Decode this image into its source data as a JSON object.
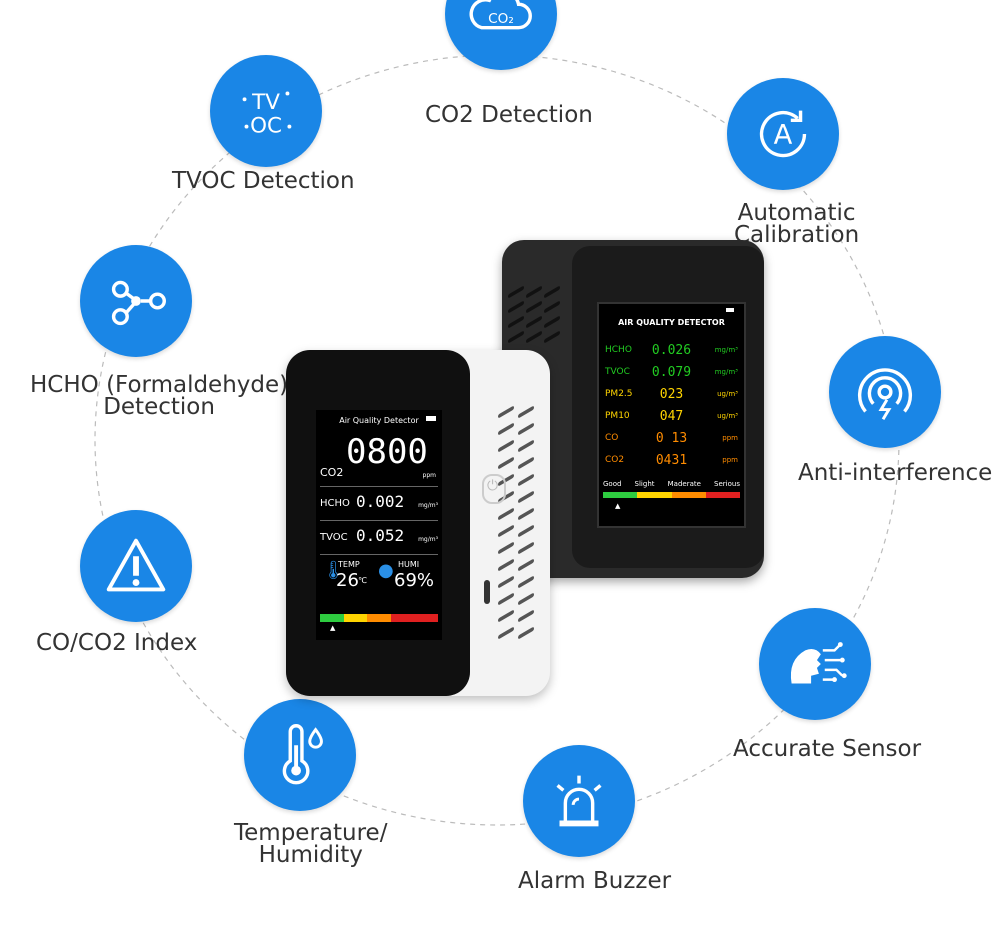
{
  "features": {
    "co2": {
      "label": "CO2 Detection",
      "icon": "cloud-co2-icon"
    },
    "tvoc": {
      "label": "TVOC Detection",
      "icon": "tvoc-icon"
    },
    "calibration": {
      "label": "Automatic\nCalibration",
      "icon": "auto-calibration-icon"
    },
    "hcho": {
      "label": "HCHO (Formaldehyde)\nDetection",
      "icon": "molecule-icon"
    },
    "interference": {
      "label": "Anti-interference",
      "icon": "signal-icon"
    },
    "index": {
      "label": "CO/CO2 Index",
      "icon": "warning-icon"
    },
    "sensor": {
      "label": "Accurate Sensor",
      "icon": "sensor-head-icon"
    },
    "temp": {
      "label": "Temperature/\nHumidity",
      "icon": "thermometer-icon"
    },
    "alarm": {
      "label": "Alarm Buzzer",
      "icon": "alarm-light-icon"
    }
  },
  "colors": {
    "badge": "#1a86e6",
    "ring": "#bbbbbb",
    "label": "#333333"
  },
  "black_device": {
    "title": "AIR QUALITY DETECTOR",
    "rows": [
      {
        "key": "HCHO",
        "value": "0.026",
        "unit": "mg/m³",
        "key_color": "#22cc22",
        "value_color": "#22cc22"
      },
      {
        "key": "TVOC",
        "value": "0.079",
        "unit": "mg/m³",
        "key_color": "#22cc22",
        "value_color": "#22cc22"
      },
      {
        "key": "PM2.5",
        "value": "023",
        "unit": "ug/m³",
        "key_color": "#ffd400",
        "value_color": "#ffd400"
      },
      {
        "key": "PM10",
        "value": "047",
        "unit": "ug/m³",
        "key_color": "#ffd400",
        "value_color": "#ffd400"
      },
      {
        "key": "CO",
        "value": "0 13",
        "unit": "ppm",
        "key_color": "#ff8c00",
        "value_color": "#ff8c00"
      },
      {
        "key": "CO2",
        "value": "0431",
        "unit": "ppm",
        "key_color": "#ff8c00",
        "value_color": "#ff8c00"
      }
    ],
    "levels": [
      "Good",
      "Slight",
      "Maderate",
      "Serious"
    ],
    "level_colors": [
      "#2ecc40",
      "#ffd400",
      "#ff8c00",
      "#e02020"
    ]
  },
  "white_device": {
    "title": "Air Quality Detector",
    "co2_label": "CO2",
    "co2_value": "0800",
    "co2_unit": "ppm",
    "hcho_label": "HCHO",
    "hcho_value": "0.002",
    "hcho_unit": "mg/m³",
    "tvoc_label": "TVOC",
    "tvoc_value": "0.052",
    "tvoc_unit": "mg/m³",
    "temp_label": "TEMP",
    "temp_value": "26",
    "temp_unit": "℃",
    "humi_label": "HUMI",
    "humi_value": "69%",
    "bar_colors": [
      "#2ecc40",
      "#ffd400",
      "#ff8c00",
      "#e02020",
      "#e02020"
    ]
  }
}
